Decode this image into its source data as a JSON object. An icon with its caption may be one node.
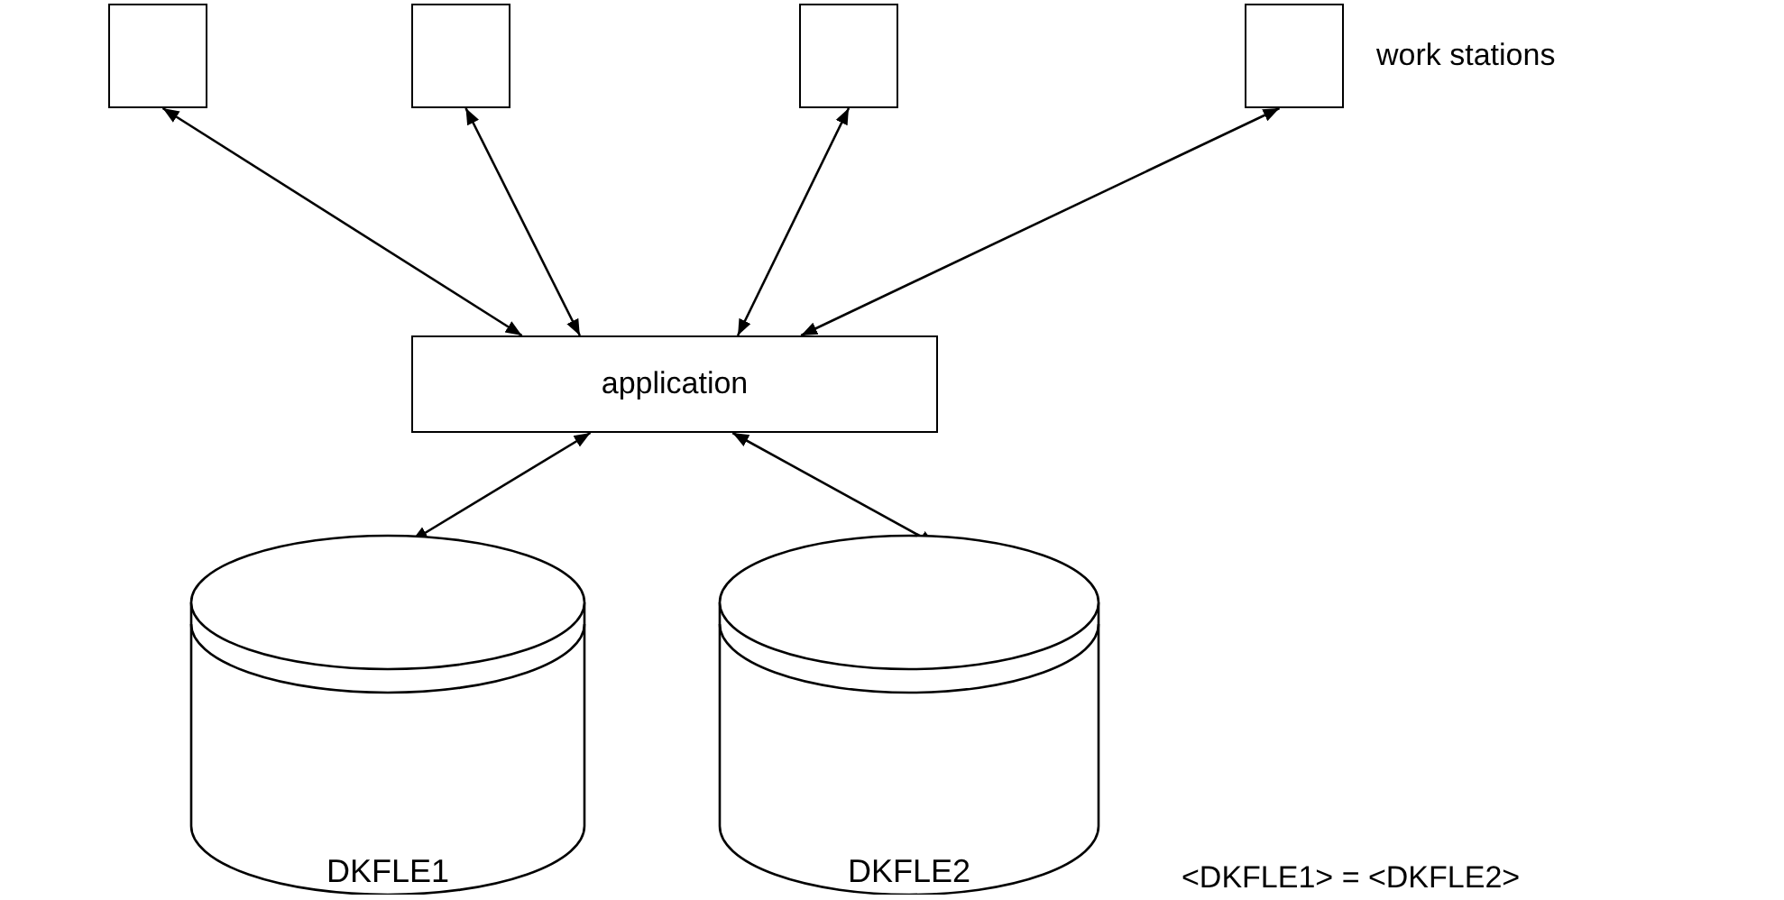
{
  "diagram": {
    "nodes": [
      {
        "text": [],
        "shape": "box"
      },
      {
        "text": [],
        "shape": "box"
      },
      {
        "text": [],
        "shape": "box"
      },
      {
        "text": [],
        "shape": "box"
      },
      {
        "text": [
          "application"
        ]
      },
      {
        "text": [
          "DKFLE1"
        ]
      },
      {
        "text": [
          "DKFLE2"
        ]
      }
    ],
    "edges": [
      {
        "from": 0,
        "to": 4,
        "arrow": "both"
      },
      {
        "from": 1,
        "to": 4,
        "arrow": "both"
      },
      {
        "from": 2,
        "to": 4,
        "arrow": "both"
      },
      {
        "from": 3,
        "to": 4,
        "arrow": "both"
      },
      {
        "from": 4,
        "to": 5,
        "arrow": "both"
      },
      {
        "from": 4,
        "to": 6,
        "arrow": "both"
      }
    ],
    "labels": [
      "work stations",
      "<DKFLE1> = <DKFLE2>"
    ]
  }
}
